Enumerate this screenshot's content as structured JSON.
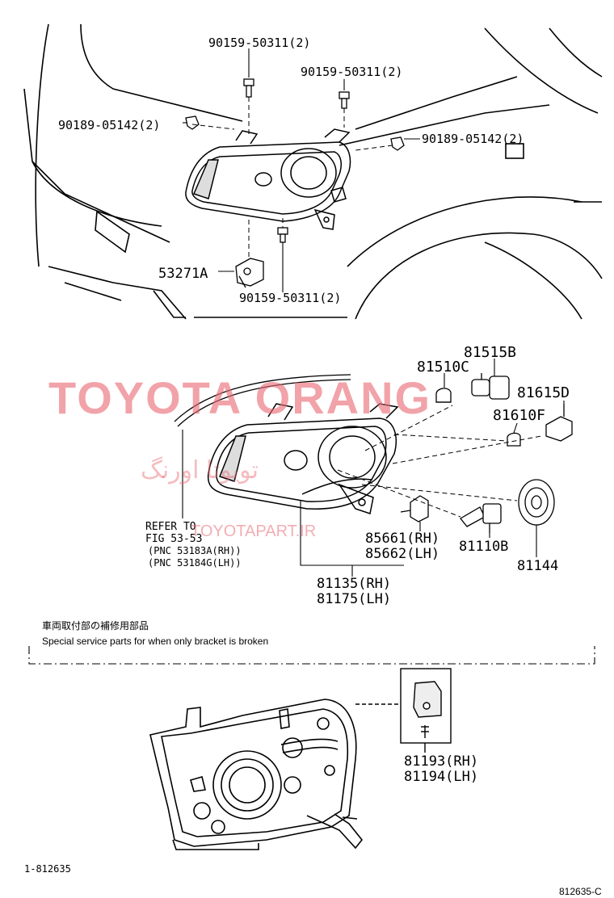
{
  "watermark": {
    "main": "TOYOTA ORANG",
    "site": "TOYOTAPART.IR",
    "arabic": "تویوتا اورنگ",
    "color": "#e96a74"
  },
  "top_section": {
    "labels": {
      "bolt_top_left": "90159-50311(2)",
      "bolt_top_right": "90159-50311(2)",
      "clip_left": "90189-05142(2)",
      "clip_right": "90189-05142(2)",
      "bracket": "53271A",
      "bolt_bottom": "90159-50311(2)"
    }
  },
  "middle_section": {
    "labels": {
      "bulb_81515b": "81515B",
      "bulb_81510c": "81510C",
      "socket_81615d": "81615D",
      "bulb_81610f": "81610F",
      "refer_line1": "REFER TO",
      "refer_line2": "FIG 53-53",
      "refer_line3": "(PNC 53183A(RH))",
      "refer_line4": "(PNC 53184G(LH))",
      "socket_rh": "85661(RH)",
      "socket_lh": "85662(LH)",
      "bulb_81110b": "81110B",
      "cover_81144": "81144",
      "assy_rh": "81135(RH)",
      "assy_lh": "81175(LH)"
    }
  },
  "bottom_section": {
    "note_jp": "車両取付部の補修用部品",
    "note_en": "Special service parts for when only bracket is broken",
    "labels": {
      "bracket_rh": "81193(RH)",
      "bracket_lh": "81194(LH)"
    },
    "code_left": "1-812635",
    "code_right": "812635-C"
  }
}
